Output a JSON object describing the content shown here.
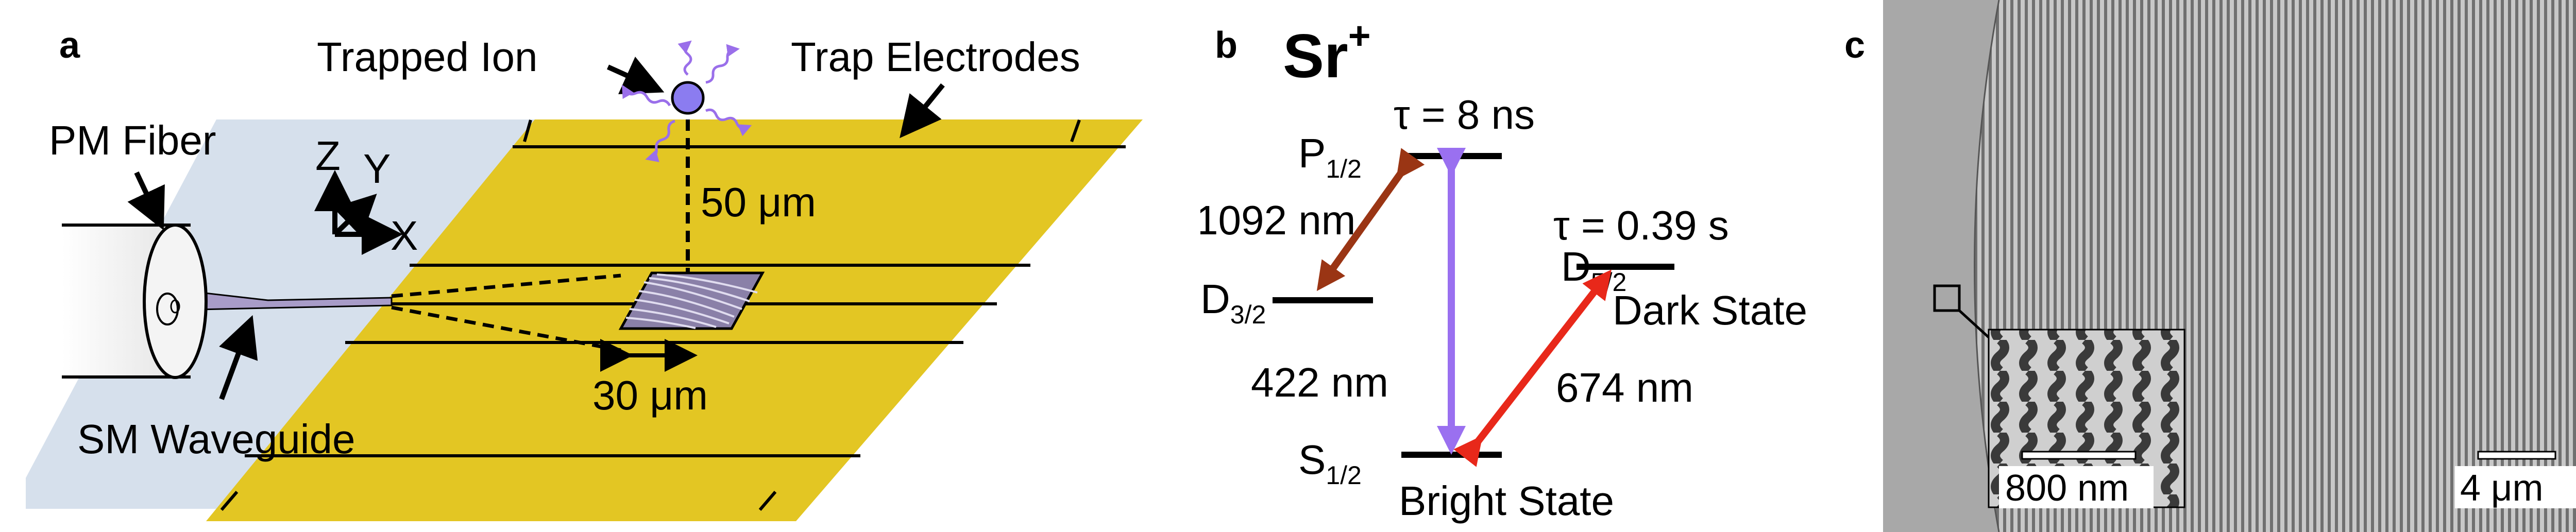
{
  "panels": {
    "a": {
      "letter": "a",
      "labels": {
        "trapped_ion": "Trapped Ion",
        "trap_electrodes": "Trap Electrodes",
        "pm_fiber": "PM Fiber",
        "sm_waveguide": "SM Waveguide",
        "height": "50 μm",
        "width": "30 μm"
      },
      "axes": {
        "z": "Z",
        "y": "Y",
        "x": "X"
      },
      "colors": {
        "gold": "#E3C623",
        "substrate": "#D6E0EC",
        "ion": "#8B7CF0",
        "photon": "#9A6FEA",
        "grating": "#8A80A8"
      }
    },
    "b": {
      "letter": "b",
      "species_base": "Sr",
      "species_charge": "+",
      "levels": {
        "P": {
          "base": "P",
          "sub": "1/2"
        },
        "D32": {
          "base": "D",
          "sub": "3/2"
        },
        "D52": {
          "base": "D",
          "sub": "5/2"
        },
        "S": {
          "base": "S",
          "sub": "1/2"
        }
      },
      "lifetimes": {
        "p": "τ = 8 ns",
        "d52": "τ = 0.39 s"
      },
      "wavelengths": {
        "w1092": "1092 nm",
        "w422": "422 nm",
        "w674": "674 nm"
      },
      "states": {
        "dark": "Dark State",
        "bright": "Bright State"
      },
      "colors": {
        "w1092": "#9A3514",
        "w422": "#9A70F0",
        "w674": "#E8281A"
      }
    },
    "c": {
      "letter": "c",
      "inset_scale": "800 nm",
      "main_scale": "4 μm"
    }
  }
}
